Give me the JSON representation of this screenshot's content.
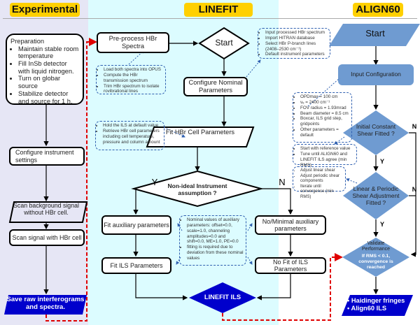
{
  "columns": {
    "experimental": "Experimental",
    "linefit": "LINEFIT",
    "align60": "ALIGN60"
  },
  "colors": {
    "header_bg": "#ffd000",
    "experimental_bg": "#e6e6f5",
    "linefit_bg": "#dcfcff",
    "align_shape": "#6f9bd1",
    "output_shape": "#0000cc",
    "red_dashed": "#e00000",
    "note_border": "#3060b0"
  },
  "experimental": {
    "preparation_title": "Preparation",
    "preparation_items": [
      "Maintain stable room temperature",
      "Fill InSb detector with liquid nitrogen.",
      "Turn on globar source",
      "Stabilize detector and source for 1 h."
    ],
    "configure": "Configure instrument settings",
    "scan_background": "Scan background signal without HBr cell.",
    "scan_signal": "Scan signal with HBr cell",
    "save_raw": "Save raw interferograms and spectra."
  },
  "linefit": {
    "preprocess": "Pre-process HBr Spectra",
    "start": "Start",
    "preprocess_note": [
      "Load both spectra into OPUS",
      "Compute the HBr transmission spectrum",
      "Trim HBr spectrum to isolate rovibrational lines"
    ],
    "input_note": [
      "Input processed HBr spectrum",
      "Import HITRAN database",
      "Select HBr P-branch lines (2408–2530 cm⁻¹)",
      "Default instrument parameters"
    ],
    "configure_nominal": "Configure Nominal Parameters",
    "fit_cell_note": [
      "Hold the ILS at default value",
      "Retrieve HBr cell parameters including cell temperature, pressure and column amount"
    ],
    "fit_cell": "Fit HBr Cell Parameters",
    "decision": "Non-ideal Instrument assumption ?",
    "yes": "Y",
    "no": "N",
    "fit_aux": "Fit auxiliary parameters",
    "fit_ils": "Fit ILS Parameters",
    "nominal_note": [
      "Nominal values of  auxiliary parameters: offset=0.0, scale=1.0,  channeling amplitudes=0.0 and shift=0.0, ME=1.0, PE=0.0",
      "fitting is required due to deviation from these nominal values"
    ],
    "no_aux": "No/Minimal auxiliary parameters",
    "no_fit_ils": "No Fit of ILS Parameters",
    "linefit_ils": "LINEFIT ILS"
  },
  "align60": {
    "start": "Start",
    "input_config": "Input Configuration",
    "config_note": [
      "OPDmax = 100 cm",
      "νₑ = 2400 cm⁻¹",
      "FOV radius = 1.93mrad",
      "Beam diameter = 8.5 cm",
      "Boxcar, ILS grid step, gridpoints",
      "Other parameters = default"
    ],
    "initial_shear": "Initial Constant Shear Fitted ?",
    "shear_note": [
      "Start with reference value",
      "Tune until ALIGN60  and LINEFIT ILS agree (min RMS)"
    ],
    "linear_note": [
      "Adjust linear shear",
      "Adjust periodic shear components",
      "Iterate until convergence (min RMS)"
    ],
    "linear_shear": "Linear & Periodic Shear Adjustment Fitted ?",
    "validate_title": "Validate Performance",
    "validate_detail": "If RMS < 0.1, convergence is reached",
    "yes": "Y",
    "no": "N",
    "output_items": [
      "Haidinger fringes",
      "Align60 ILS"
    ]
  }
}
